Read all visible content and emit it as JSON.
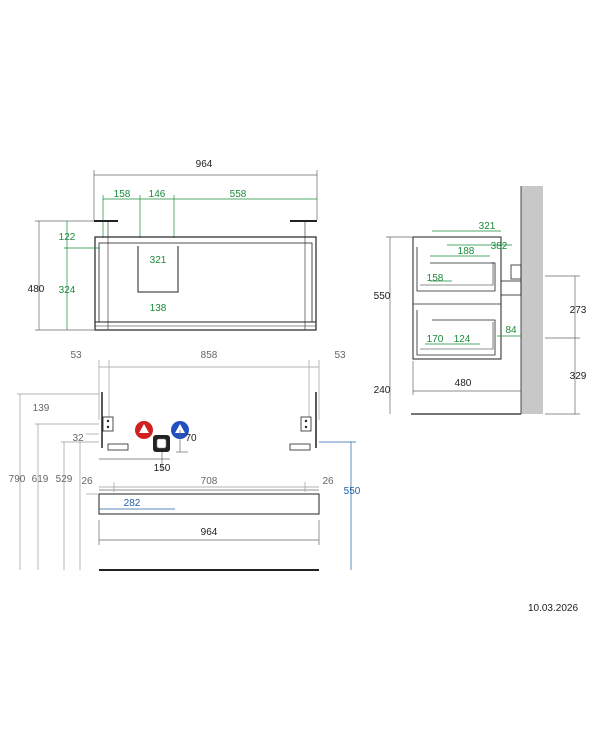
{
  "date": "10.03.2026",
  "colors": {
    "black": "#222222",
    "green": "#1a8a3a",
    "gray": "#666666",
    "blue": "#2060a8",
    "hot": "#d02020",
    "cold": "#2050c0",
    "wall": "#c8c8c8"
  },
  "front_view": {
    "overall_width": "964",
    "segment_1": "158",
    "segment_2": "146",
    "segment_3": "558",
    "height": "480",
    "top_height": "122",
    "lower_height": "324",
    "cutout_width": "321",
    "cutout_depth": "138"
  },
  "side_view": {
    "top_depth": "321",
    "depth_382": "382",
    "depth_188": "188",
    "depth_158": "158",
    "height_550": "550",
    "height_273": "273",
    "depth_84": "84",
    "depth_170": "170",
    "depth_124": "124",
    "height_329": "329",
    "height_240": "240",
    "depth_480": "480"
  },
  "install_view": {
    "left_margin": "53",
    "center_width": "858",
    "right_margin": "53",
    "top_139": "139",
    "offset_32": "32",
    "offset_70": "70",
    "heights": [
      "790",
      "619",
      "529"
    ],
    "offset_26_left": "26",
    "width_708": "708",
    "offset_26_right": "26",
    "drain_150": "150",
    "width_282": "282",
    "height_550": "550",
    "overall_width": "964"
  }
}
